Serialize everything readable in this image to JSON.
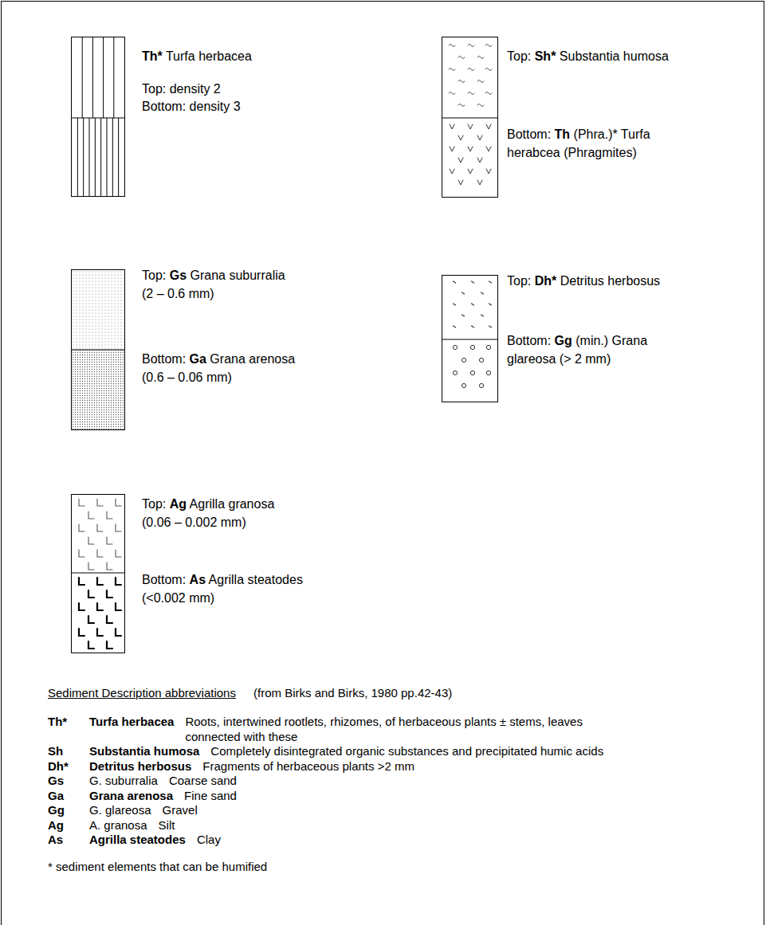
{
  "diagram": {
    "nodes": [
      {
        "text": [
          "Th* Turfa herbacea",
          "Top: density 2",
          "Bottom: density 3"
        ]
      },
      {
        "text": [
          "Top: Sh* Substantia humosa",
          "Bottom: Th (Phra.)* Turfa herabcea (Phragmites)"
        ]
      },
      {
        "text": [
          "Top: Gs Grana suburralia (2 – 0.6 mm)",
          "Bottom: Ga Grana arenosa (0.6 – 0.06 mm)"
        ]
      },
      {
        "text": [
          "Top: Dh* Detritus herbosus",
          "Bottom: Gg (min.) Grana glareosa (> 2 mm)"
        ]
      },
      {
        "text": [
          "Top: Ag Agrilla granosa (0.06 – 0.002 mm)",
          "Bottom: As Agrilla steatodes (<0.002 mm)"
        ]
      }
    ],
    "labels": [
      "Sediment Description abbreviations",
      "(from Birks and Birks, 1980 pp.42-43)",
      "Th*",
      "Turfa herbacea",
      "Roots, intertwined rootlets, rhizomes, of herbaceous plants ± stems, leaves connected with these",
      "Sh",
      "Substantia humosa",
      "Completely disintegrated organic substances and precipitated humic acids",
      "Dh*",
      "Detritus herbosus",
      "Fragments of herbaceous plants >2 mm",
      "Gs",
      "G. suburralia",
      "Coarse sand",
      "Ga",
      "Grana arenosa",
      "Fine sand",
      "Gg",
      "G. glareosa",
      "Gravel",
      "Ag",
      "A. granosa",
      "Silt",
      "As",
      "Agrilla steatodes",
      "Clay",
      "* sediment elements that can be humified"
    ]
  }
}
